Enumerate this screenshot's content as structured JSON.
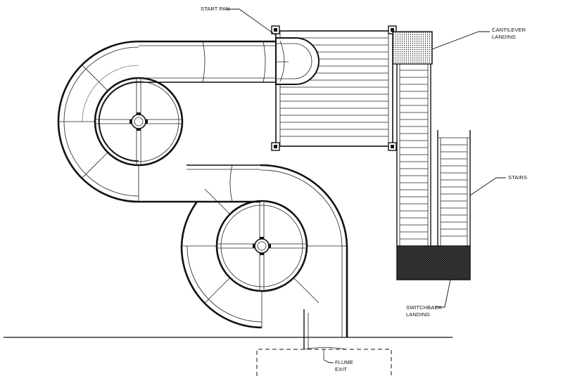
{
  "labels": {
    "start_pan": "START PAN",
    "cantilever_1": "CANTILEVER",
    "cantilever_2": "LANDING",
    "stairs": "STAIRS",
    "switchback_1": "SWITCHBACK",
    "switchback_2": "LANDING",
    "flume_1": "FLUME",
    "flume_2": "EXIT"
  },
  "colors": {
    "line": "#111111",
    "background": "#ffffff"
  }
}
